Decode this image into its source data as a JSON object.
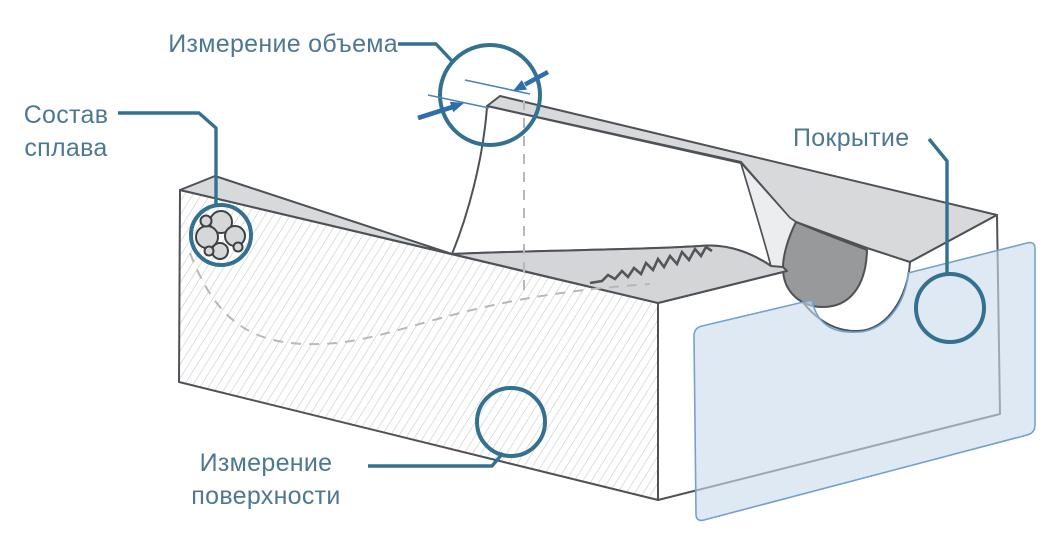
{
  "diagram": {
    "labels": {
      "volume": "Измерение объема",
      "alloy_composition": "Состав\nсплава",
      "coating": "Покрытие",
      "surface": "Измерение\nповерхности"
    },
    "colors": {
      "label": "#4e7891",
      "callout": "#34708f",
      "arrow": "#2f6ead",
      "thinline": "#4d83b8",
      "outline": "#4e5256",
      "top_face": "#d7d9db",
      "floor_face": "#d3d5d7",
      "band_face": "#ebedee",
      "semi_face": "#98999b",
      "hatch": "#c7c9cb",
      "dash": "#b6b8ba",
      "crack": "#53565a",
      "panel_fill": "#ccdcec",
      "panel_stroke": "#74a1cd",
      "particle_fill": "#d6d7d8",
      "particle_stroke": "#3e4144"
    }
  }
}
